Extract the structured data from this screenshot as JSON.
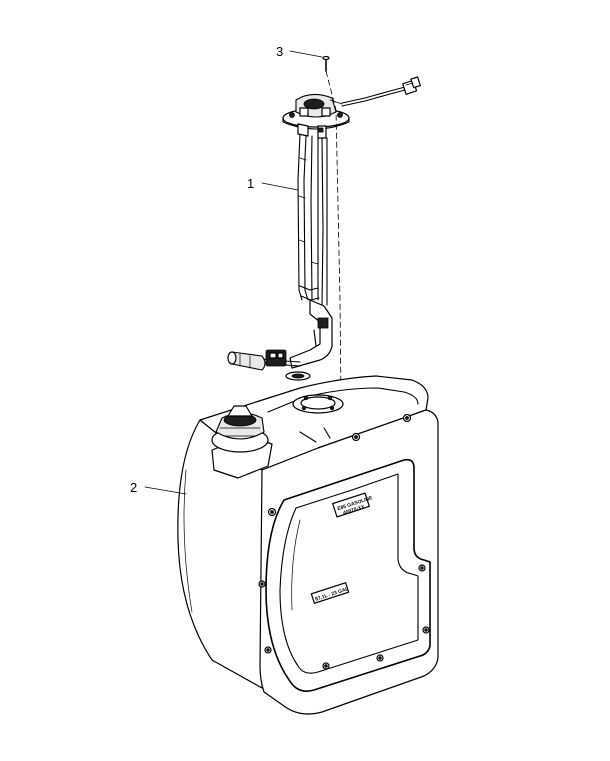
{
  "callouts": [
    {
      "id": "1",
      "label": "1"
    },
    {
      "id": "2",
      "label": "2"
    },
    {
      "id": "3",
      "label": "3"
    }
  ],
  "decals": {
    "fuel_type": "E85 GASOLINE",
    "fuel_type_line2": "40970-XX",
    "capacity": "87.1L - 23 GAL"
  }
}
